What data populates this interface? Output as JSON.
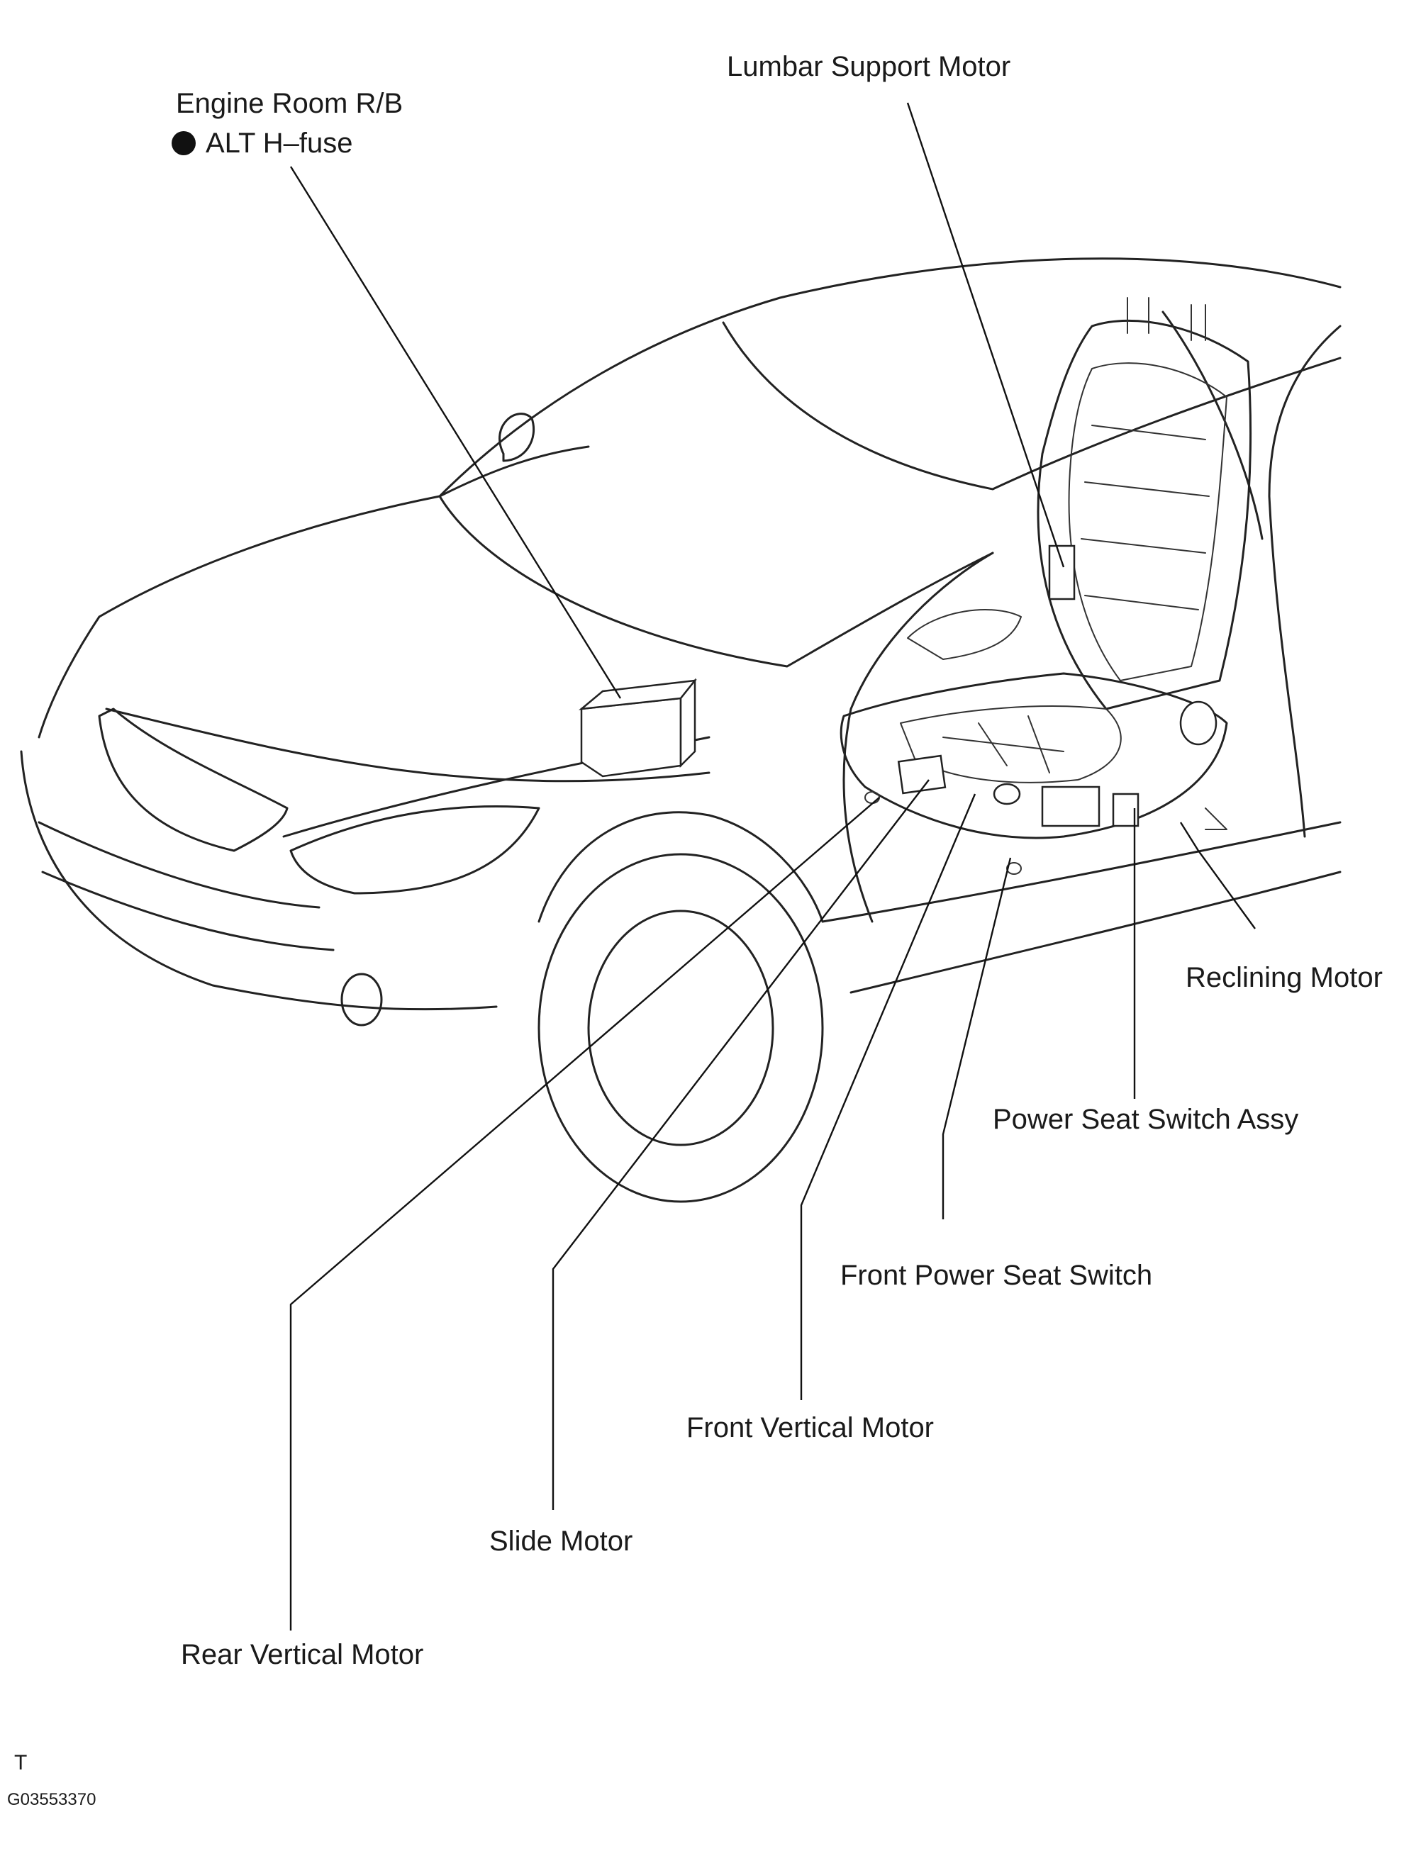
{
  "labels": {
    "engine_room_rb": "Engine Room R/B",
    "alt_h_fuse": "ALT H–fuse",
    "lumbar_support_motor": "Lumbar Support Motor",
    "reclining_motor": "Reclining Motor",
    "power_seat_switch_assy": "Power Seat Switch Assy",
    "front_power_seat_switch": "Front Power Seat Switch",
    "front_vertical_motor": "Front Vertical Motor",
    "slide_motor": "Slide Motor",
    "rear_vertical_motor": "Rear Vertical Motor"
  },
  "corner": {
    "letter": "T",
    "code": "G03553370"
  }
}
